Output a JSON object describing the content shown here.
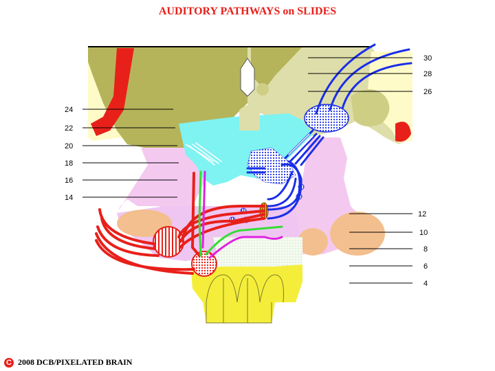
{
  "title": "AUDITORY PATHWAYS on SLIDES",
  "copyright": {
    "symbol": "C",
    "text": "2008  DCB/PIXELATED BRAIN"
  },
  "left_labels": [
    "24",
    "22",
    "20",
    "18",
    "16",
    "14"
  ],
  "right_labels": [
    "30",
    "28",
    "26",
    "12",
    "10",
    "8",
    "6",
    "4"
  ],
  "colors": {
    "title": "#e8201a",
    "olive": "#b5b45a",
    "pale_olive": "#dedeaa",
    "cyan": "#7ff2f2",
    "pink": "#f4c9f0",
    "tan": "#f3bf8e",
    "yellow": "#f4ee3a",
    "red": "#e8201a",
    "blue": "#1a2ee8",
    "green": "#33dd33",
    "magenta": "#e020e0"
  }
}
